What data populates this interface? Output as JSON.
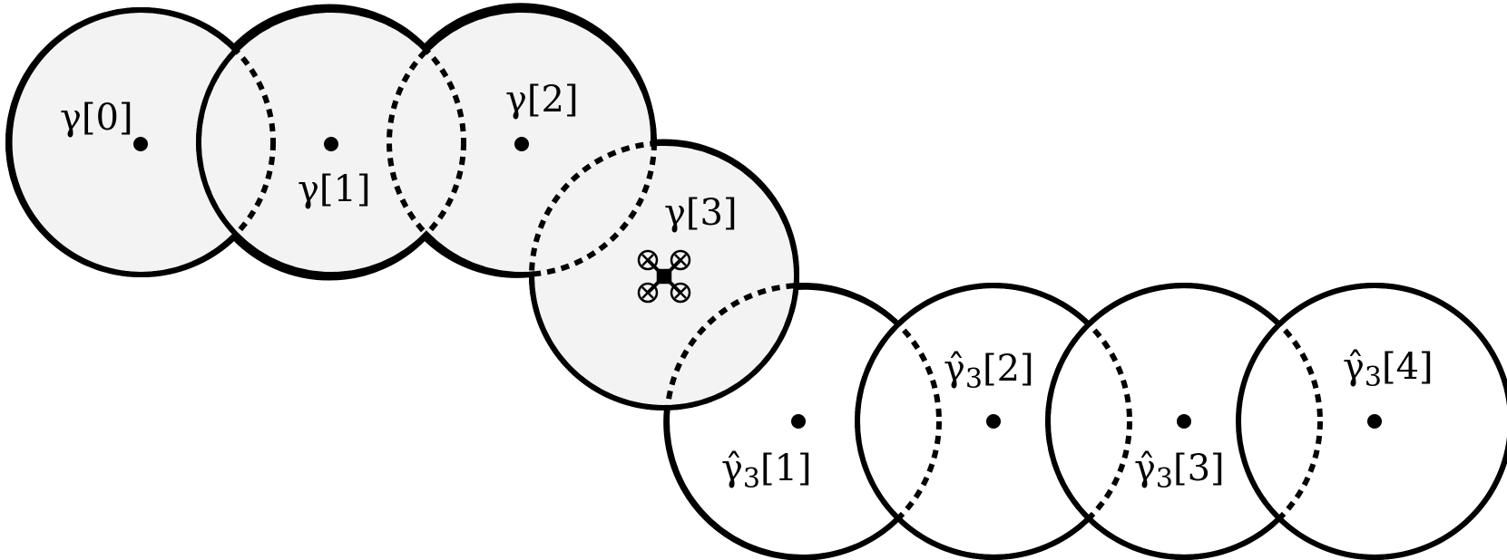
{
  "past_trajectory": {
    "fill_color": "#f3f3f3",
    "points": [
      {
        "symbol": "γ",
        "index": "[0]"
      },
      {
        "symbol": "γ",
        "index": "[1]"
      },
      {
        "symbol": "γ",
        "index": "[2]"
      },
      {
        "symbol": "γ",
        "index": "[3]"
      }
    ]
  },
  "predicted_trajectory": {
    "fill_color": "#ffffff",
    "points": [
      {
        "symbol": "γ̂",
        "subscript": "3",
        "index": "[1]"
      },
      {
        "symbol": "γ̂",
        "subscript": "3",
        "index": "[2]"
      },
      {
        "symbol": "γ̂",
        "subscript": "3",
        "index": "[3]"
      },
      {
        "symbol": "γ̂",
        "subscript": "3",
        "index": "[4]"
      }
    ]
  },
  "drone_icon": "quadrotor-drone-icon",
  "stroke_color": "#000000"
}
